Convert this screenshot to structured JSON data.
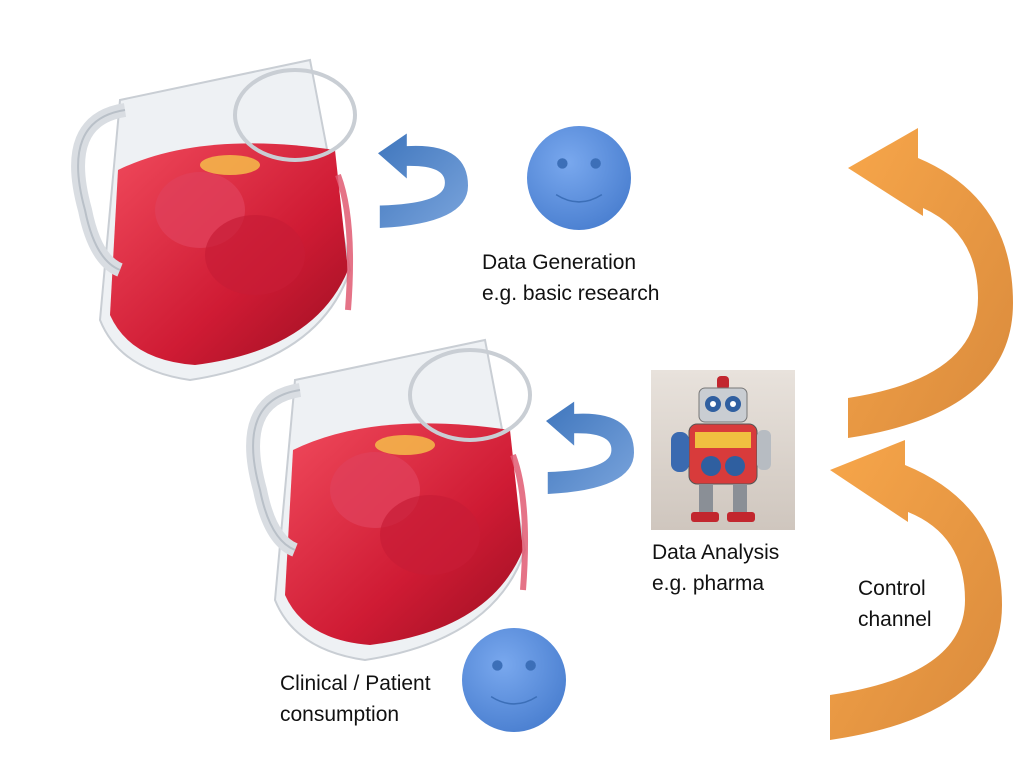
{
  "labels": {
    "data_generation": "Data Generation\ne.g. basic research",
    "data_analysis": "Data Analysis\ne.g. pharma",
    "clinical": "Clinical / Patient\nconsumption",
    "control_channel": "Control\nchannel"
  },
  "icons": {
    "pitcher": "pitcher-icon",
    "smiley": "smiley-face-icon",
    "robot": "robot-icon",
    "blue_arrow": "curved-arrow-icon",
    "orange_arrow": "curved-arrow-icon"
  },
  "colors": {
    "smiley_fill": "#5b8fdd",
    "blue_arrow": "#4f86c6",
    "orange_arrow": "#f3a04c",
    "drink_red": "#d0213a"
  }
}
